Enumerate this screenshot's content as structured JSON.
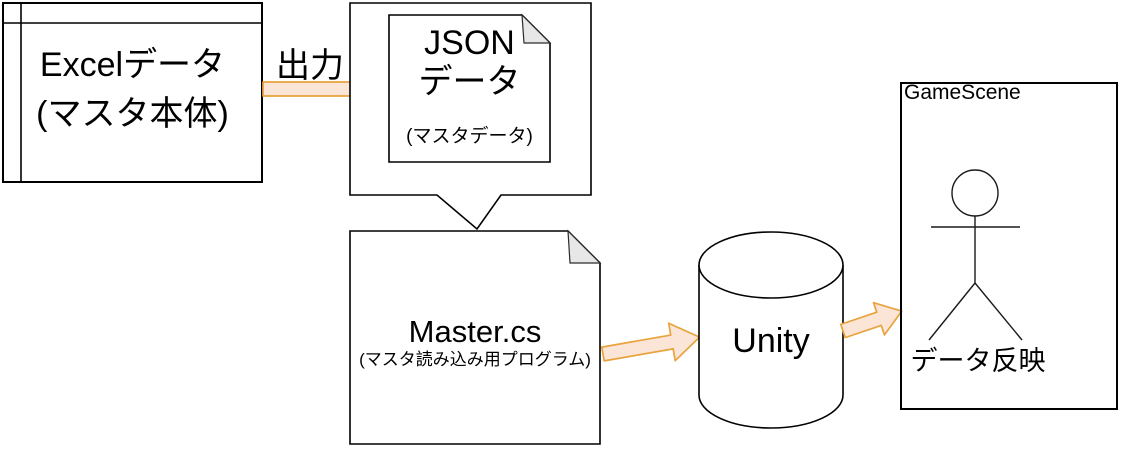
{
  "diagram": {
    "excel_box": {
      "line1": "Excelデータ",
      "line2": "(マスタ本体)"
    },
    "output_arrow": {
      "label": "出力"
    },
    "json_doc": {
      "line1": "JSON",
      "line2": "データ",
      "subtitle": "(マスタデータ)"
    },
    "master_doc": {
      "title": "Master.cs",
      "subtitle": "(マスタ読み込み用プログラム)"
    },
    "unity_db": {
      "label": "Unity"
    },
    "game_scene": {
      "title": "GameScene",
      "caption": "データ反映"
    }
  },
  "icons": {
    "excel_box": "spreadsheet-frame-icon",
    "json_doc": "folded-corner-document-icon",
    "master_doc": "folded-corner-document-icon",
    "unity_db": "database-cylinder-icon",
    "game_scene_person": "stick-figure-icon",
    "flow_arrows": "block-arrow-icon"
  },
  "colors": {
    "background": "#FFFFFF",
    "shape_stroke": "#000000",
    "arrow_fill": "#FBE5D6",
    "arrow_stroke": "#E8A33C",
    "fold_fill": "#E7E7E7",
    "text": "#000000"
  }
}
